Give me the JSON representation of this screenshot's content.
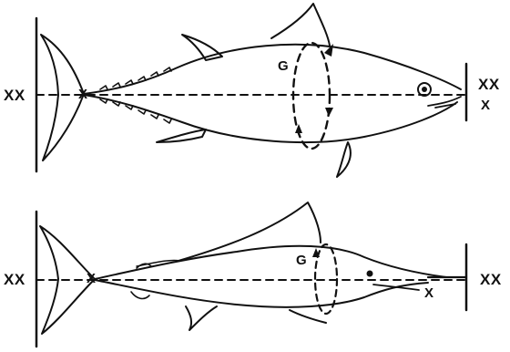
{
  "figure": {
    "tuna": {
      "left_label": "XX",
      "tail_point_label": "X",
      "girth_label": "G",
      "right_label_top": "XX",
      "right_label_bottom": "X"
    },
    "marlin": {
      "left_label": "XX",
      "tail_point_label": "X",
      "girth_label": "G",
      "right_label": "XX",
      "jaw_point_label": "X"
    },
    "colors": {
      "ink": "#111111",
      "background": "#ffffff"
    }
  }
}
